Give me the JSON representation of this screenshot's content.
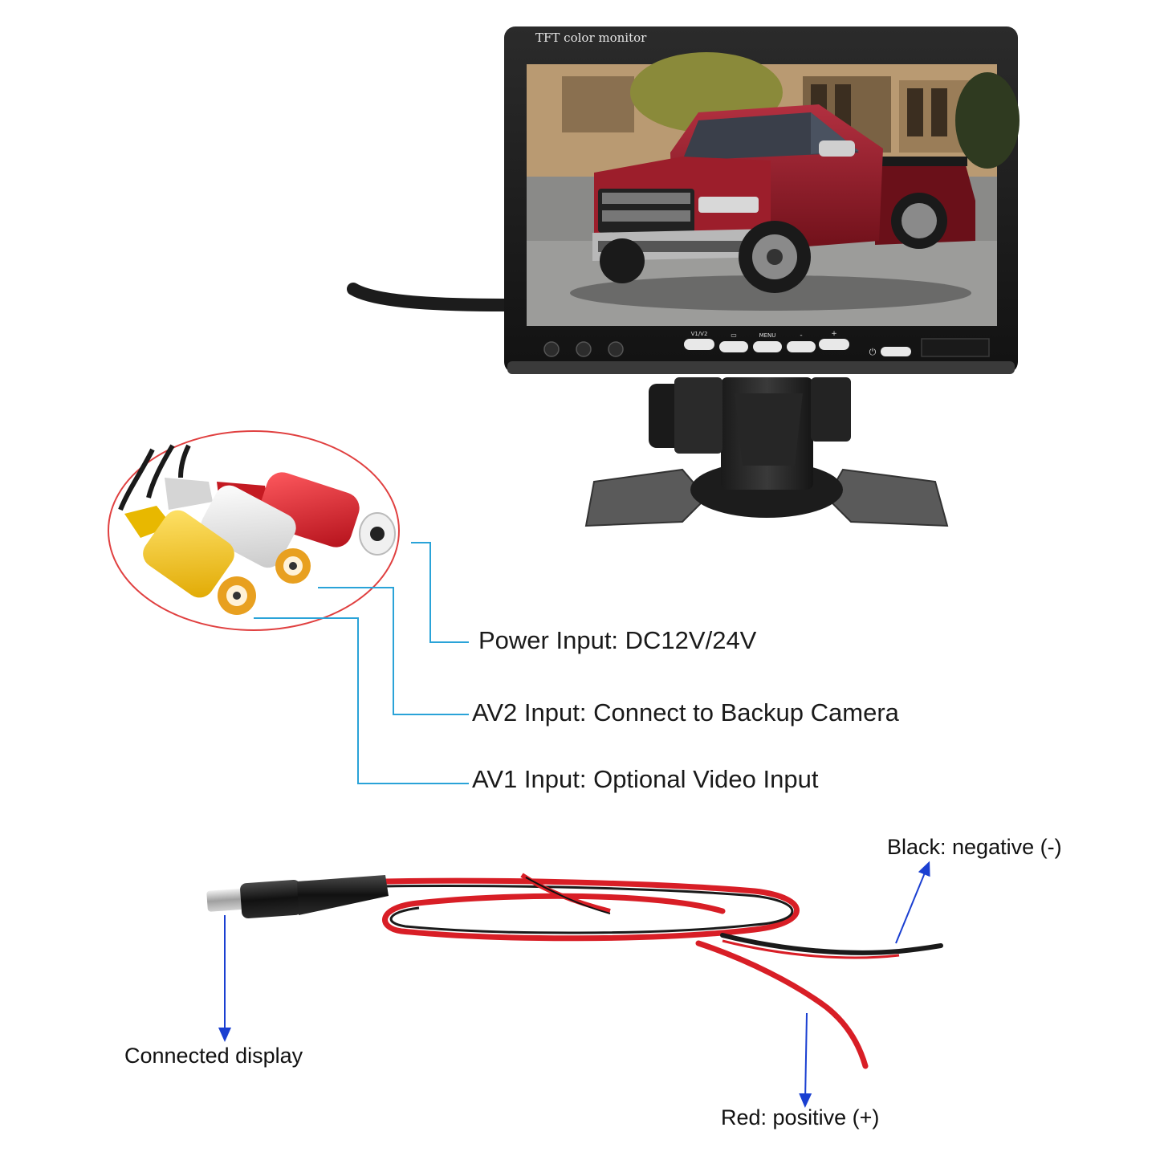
{
  "monitor": {
    "brand_text": "TFT color monitor",
    "buttons": [
      "V1/V2",
      "▭",
      "MENU",
      "-",
      "+"
    ],
    "power_symbol": "⏻"
  },
  "ports": {
    "power": "Power Input: DC12V/24V",
    "av2": "AV2 Input: Connect to Backup Camera",
    "av1": "AV1 Input: Optional Video Input"
  },
  "power_cable": {
    "black_label": "Black: negative (-)",
    "connector_label": "Connected display",
    "red_label": "Red: positive (+)"
  },
  "colors": {
    "leader_line": "#2aa3d8",
    "arrow": "#1a3fd1",
    "ellipse_outline": "#e04040",
    "rca_yellow": "#f2c51b",
    "rca_white": "#e8e8e8",
    "rca_red": "#d8212a",
    "wire_red": "#d81e26",
    "wire_black": "#1a1a1a",
    "truck_paint": "#8e1a24"
  }
}
